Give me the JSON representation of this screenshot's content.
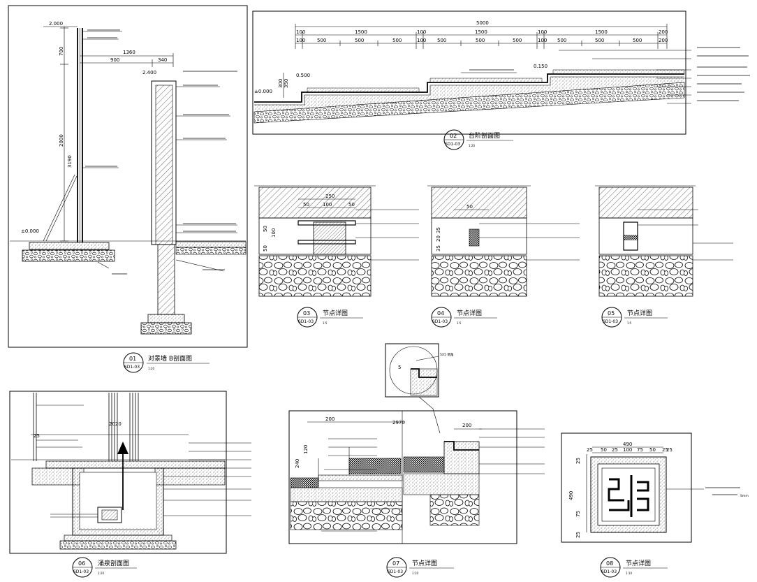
{
  "details": {
    "d01": {
      "num": "01",
      "sheet": "SD1-03",
      "title": "对景墙  B剖面图",
      "scale": "1:20",
      "dims": [
        "2.000",
        "700",
        "1360",
        "2000",
        "3190",
        "900",
        "340",
        "2.400",
        "±0.000"
      ]
    },
    "d02": {
      "num": "02",
      "sheet": "SD1-03",
      "title": "台阶剖面图",
      "scale": "1:20",
      "dims": [
        "5000",
        "100",
        "1500",
        "100",
        "1500",
        "100",
        "1500",
        "200",
        "100",
        "500",
        "500",
        "500",
        "100",
        "500",
        "500",
        "500",
        "100",
        "500",
        "500",
        "500",
        "200",
        "300",
        "350",
        "0.150",
        "0.500",
        "±0.000"
      ]
    },
    "d03": {
      "num": "03",
      "sheet": "SD1-03",
      "title": "节点详图",
      "scale": "1:5",
      "dims": [
        "250",
        "50",
        "100",
        "50",
        "50",
        "100",
        "50"
      ]
    },
    "d04": {
      "num": "04",
      "sheet": "SD1-03",
      "title": "节点详图",
      "scale": "1:5",
      "dims": [
        "50",
        "35",
        "20",
        "35"
      ]
    },
    "d05": {
      "num": "05",
      "sheet": "SD1-03",
      "title": "节点详图",
      "scale": "1:5",
      "dims": []
    },
    "d06": {
      "num": "06",
      "sheet": "SD1-03",
      "title": "涌泉剖面图",
      "scale": "1:20",
      "dims": [
        "25",
        "2020"
      ]
    },
    "d07": {
      "num": "07",
      "sheet": "SD1-03",
      "title": "节点详图",
      "scale": "1:10",
      "dims": [
        "200",
        "2970",
        "200",
        "120",
        "240"
      ],
      "callout_dim": "5",
      "callout_note": "5X5 倒角"
    },
    "d08": {
      "num": "08",
      "sheet": "SD1-03",
      "title": "节点详图",
      "scale": "1:10",
      "dims": [
        "490",
        "100",
        "50",
        "50",
        "25",
        "25",
        "75",
        "25",
        "25",
        "490",
        "25",
        "75",
        "25"
      ],
      "side_note": "Smm"
    }
  },
  "hatch_colors": {
    "line": "#000000",
    "paper": "#ffffff"
  }
}
